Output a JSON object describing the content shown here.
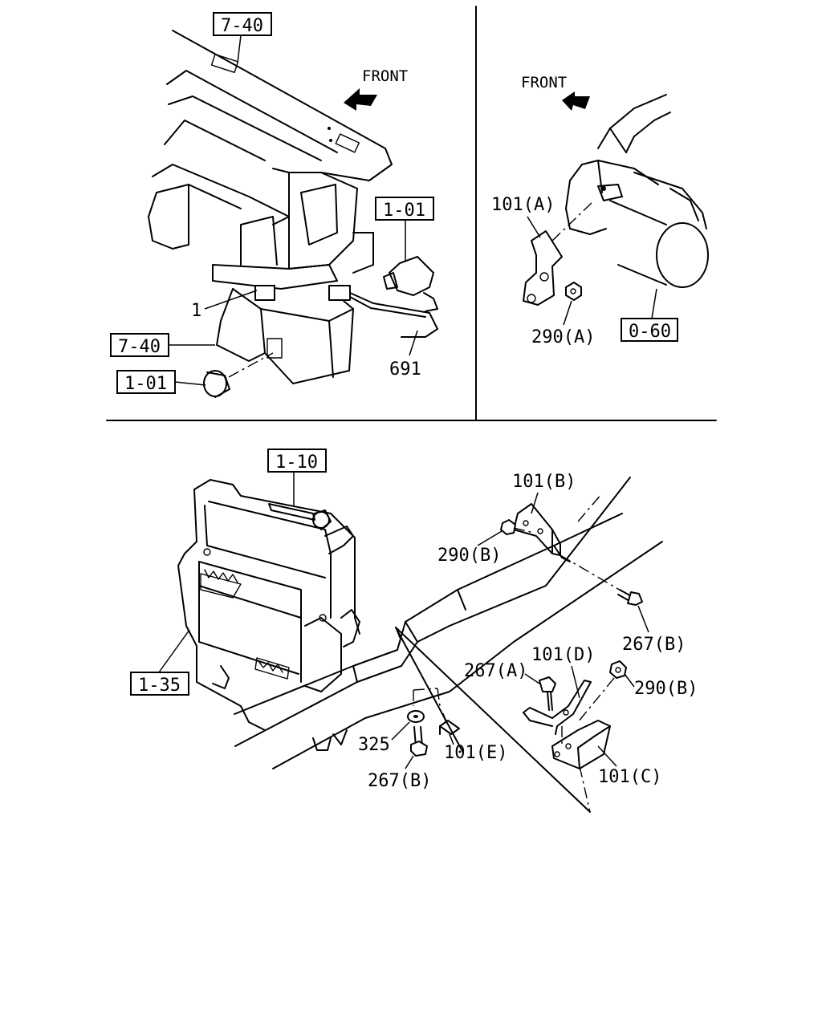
{
  "front_labels": [
    "FRONT",
    "FRONT"
  ],
  "refs": {
    "r740_top": "7-40",
    "r101_right": "1-01",
    "r740_left": "7-40",
    "r101_left": "1-01",
    "r060": "0-60",
    "r110": "1-10",
    "r135": "1-35"
  },
  "callouts": {
    "c1": "1",
    "c691": "691",
    "c101a": "101(A)",
    "c290a": "290(A)",
    "c101b": "101(B)",
    "c290b_top": "290(B)",
    "c267b_right": "267(B)",
    "c267a": "267(A)",
    "c101d": "101(D)",
    "c290b_right": "290(B)",
    "c325": "325",
    "c101e": "101(E)",
    "c267b_bottom": "267(B)",
    "c101c": "101(C)"
  }
}
